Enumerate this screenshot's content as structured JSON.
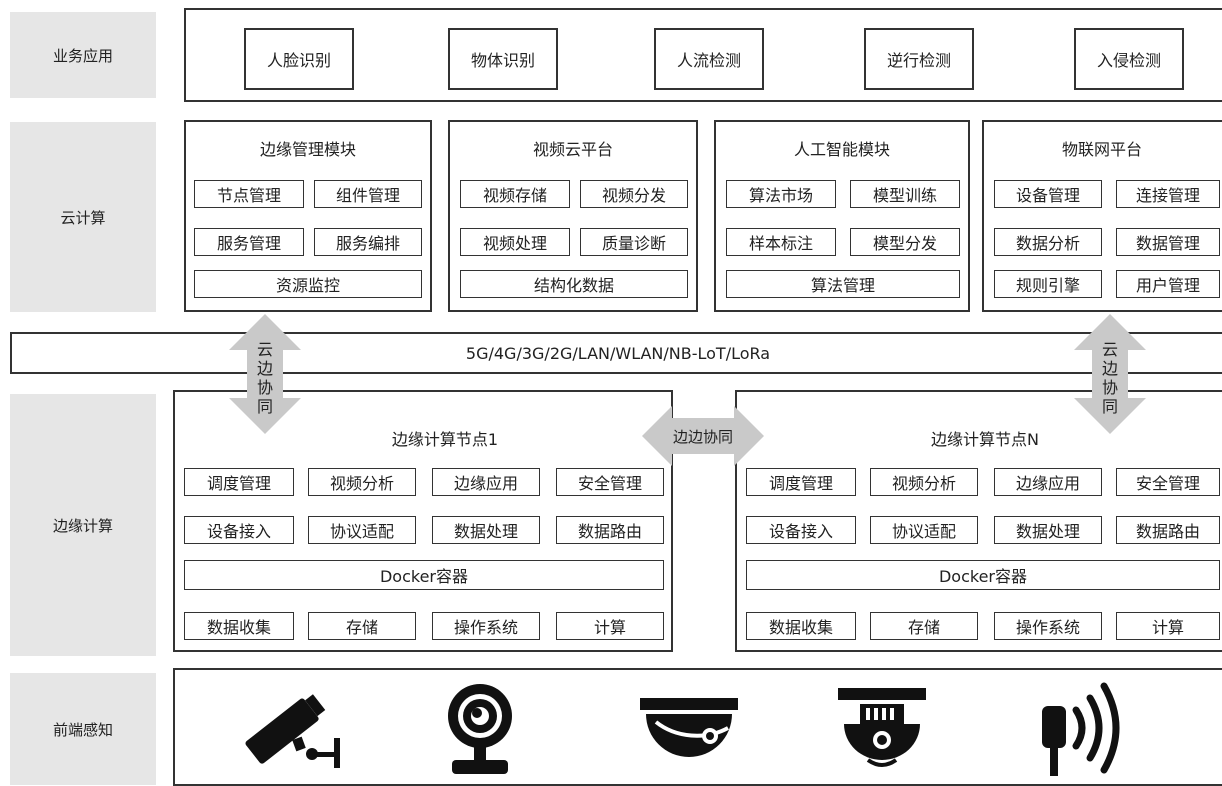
{
  "layers": {
    "business": "业务应用",
    "cloud": "云计算",
    "edge": "边缘计算",
    "sensing": "前端感知"
  },
  "business_apps": [
    "人脸识别",
    "物体识别",
    "人流检测",
    "逆行检测",
    "入侵检测"
  ],
  "cloud_modules": [
    {
      "title": "边缘管理模块",
      "items": [
        "节点管理",
        "组件管理",
        "服务管理",
        "服务编排"
      ],
      "wide": "资源监控"
    },
    {
      "title": "视频云平台",
      "items": [
        "视频存储",
        "视频分发",
        "视频处理",
        "质量诊断"
      ],
      "wide": "结构化数据"
    },
    {
      "title": "人工智能模块",
      "items": [
        "算法市场",
        "模型训练",
        "样本标注",
        "模型分发"
      ],
      "wide": "算法管理"
    },
    {
      "title": "物联网平台",
      "items": [
        "设备管理",
        "连接管理",
        "数据分析",
        "数据管理",
        "规则引擎",
        "用户管理"
      ]
    }
  ],
  "network": "5G/4G/3G/2G/LAN/WLAN/NB-LoT/LoRa",
  "cloud_edge_sync": [
    "云",
    "边",
    "协",
    "同"
  ],
  "edge_edge_sync": "边边协同",
  "edge_nodes": [
    {
      "title": "边缘计算节点1",
      "row1": [
        "调度管理",
        "视频分析",
        "边缘应用",
        "安全管理"
      ],
      "row2": [
        "设备接入",
        "协议适配",
        "数据处理",
        "数据路由"
      ],
      "container": "Docker容器",
      "row3": [
        "数据收集",
        "存储",
        "操作系统",
        "计算"
      ]
    },
    {
      "title": "边缘计算节点N",
      "row1": [
        "调度管理",
        "视频分析",
        "边缘应用",
        "安全管理"
      ],
      "row2": [
        "设备接入",
        "协议适配",
        "数据处理",
        "数据路由"
      ],
      "container": "Docker容器",
      "row3": [
        "数据收集",
        "存储",
        "操作系统",
        "计算"
      ]
    }
  ],
  "devices": [
    "bullet-camera-icon",
    "webcam-icon",
    "dome-camera-icon",
    "ptz-camera-icon",
    "wireless-sensor-icon"
  ]
}
